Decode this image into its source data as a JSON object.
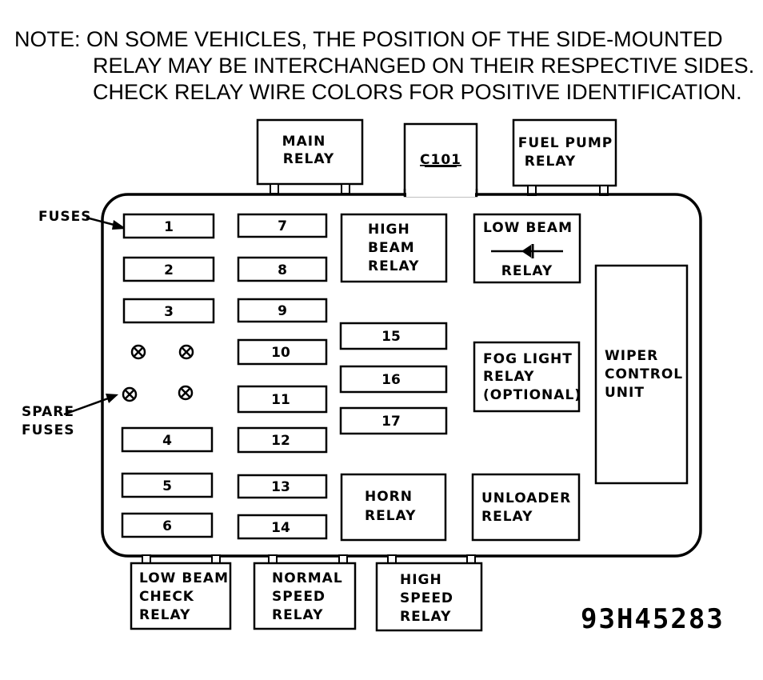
{
  "note": {
    "line1": "NOTE: ON SOME VEHICLES, THE POSITION OF THE SIDE-MOUNTED",
    "line2": "RELAY MAY BE INTERCHANGED ON THEIR RESPECTIVE SIDES.",
    "line3": "CHECK RELAY WIRE COLORS FOR POSITIVE IDENTIFICATION."
  },
  "top_relays": {
    "main": [
      "MAIN",
      "RELAY"
    ],
    "connector": "C101",
    "fuel_pump": [
      "FUEL PUMP",
      "RELAY"
    ]
  },
  "callouts": {
    "fuses": "FUSES",
    "spare": [
      "SPARE",
      "FUSES"
    ]
  },
  "fuses": [
    "1",
    "2",
    "3",
    "4",
    "5",
    "6",
    "7",
    "8",
    "9",
    "10",
    "11",
    "12",
    "13",
    "14",
    "15",
    "16",
    "17"
  ],
  "relays": {
    "high_beam": [
      "HIGH",
      "BEAM",
      "RELAY"
    ],
    "low_beam": [
      "LOW BEAM",
      "RELAY"
    ],
    "fog_light": [
      "FOG LIGHT",
      "RELAY",
      "(OPTIONAL)"
    ],
    "wiper": [
      "WIPER",
      "CONTROL",
      "UNIT"
    ],
    "horn": [
      "HORN",
      "RELAY"
    ],
    "unloader": [
      "UNLOADER",
      "RELAY"
    ]
  },
  "bottom_relays": {
    "low_beam_check": [
      "LOW BEAM",
      "CHECK",
      "RELAY"
    ],
    "normal_speed": [
      "NORMAL",
      "SPEED",
      "RELAY"
    ],
    "high_speed": [
      "HIGH",
      "SPEED",
      "RELAY"
    ]
  },
  "figure_code": "93H45283"
}
